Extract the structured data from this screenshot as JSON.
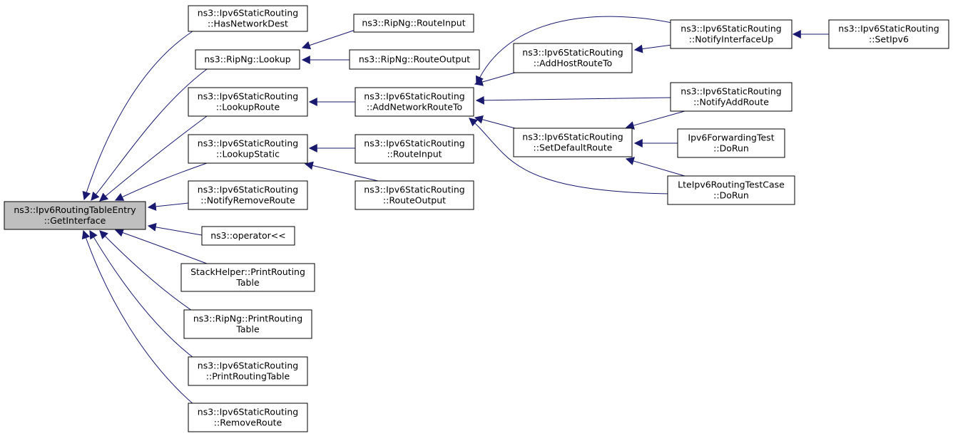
{
  "nodes": [
    {
      "id": "root",
      "lines": [
        "ns3::Ipv6RoutingTableEntry",
        "::GetInterface"
      ],
      "root": true
    },
    {
      "id": "hasnetdest",
      "lines": [
        "ns3::Ipv6StaticRouting",
        "::HasNetworkDest"
      ]
    },
    {
      "id": "ripng_lookup",
      "lines": [
        "ns3::RipNg::Lookup"
      ]
    },
    {
      "id": "lookuproute",
      "lines": [
        "ns3::Ipv6StaticRouting",
        "::LookupRoute"
      ]
    },
    {
      "id": "lookupstatic",
      "lines": [
        "ns3::Ipv6StaticRouting",
        "::LookupStatic"
      ]
    },
    {
      "id": "notifyremove",
      "lines": [
        "ns3::Ipv6StaticRouting",
        "::NotifyRemoveRoute"
      ]
    },
    {
      "id": "operator",
      "lines": [
        "ns3::operator<<"
      ]
    },
    {
      "id": "stackhelper",
      "lines": [
        "StackHelper::PrintRouting",
        "Table"
      ]
    },
    {
      "id": "ripng_print",
      "lines": [
        "ns3::RipNg::PrintRouting",
        "Table"
      ]
    },
    {
      "id": "static_print",
      "lines": [
        "ns3::Ipv6StaticRouting",
        "::PrintRoutingTable"
      ]
    },
    {
      "id": "removeroute",
      "lines": [
        "ns3::Ipv6StaticRouting",
        "::RemoveRoute"
      ]
    },
    {
      "id": "ripng_rin",
      "lines": [
        "ns3::RipNg::RouteInput"
      ]
    },
    {
      "id": "ripng_rout",
      "lines": [
        "ns3::RipNg::RouteOutput"
      ]
    },
    {
      "id": "addnetwork",
      "lines": [
        "ns3::Ipv6StaticRouting",
        "::AddNetworkRouteTo"
      ]
    },
    {
      "id": "static_rin",
      "lines": [
        "ns3::Ipv6StaticRouting",
        "::RouteInput"
      ]
    },
    {
      "id": "static_rout",
      "lines": [
        "ns3::Ipv6StaticRouting",
        "::RouteOutput"
      ]
    },
    {
      "id": "addhost",
      "lines": [
        "ns3::Ipv6StaticRouting",
        "::AddHostRouteTo"
      ]
    },
    {
      "id": "setdefault",
      "lines": [
        "ns3::Ipv6StaticRouting",
        "::SetDefaultRoute"
      ]
    },
    {
      "id": "notifyup",
      "lines": [
        "ns3::Ipv6StaticRouting",
        "::NotifyInterfaceUp"
      ]
    },
    {
      "id": "notifyadd",
      "lines": [
        "ns3::Ipv6StaticRouting",
        "::NotifyAddRoute"
      ]
    },
    {
      "id": "fwdtest",
      "lines": [
        "Ipv6ForwardingTest",
        "::DoRun"
      ]
    },
    {
      "id": "ltetest",
      "lines": [
        "LteIpv6RoutingTestCase",
        "::DoRun"
      ]
    },
    {
      "id": "setipv6",
      "lines": [
        "ns3::Ipv6StaticRouting",
        "::SetIpv6"
      ]
    }
  ],
  "edges": [
    {
      "from": "hasnetdest",
      "to": "root"
    },
    {
      "from": "ripng_lookup",
      "to": "root"
    },
    {
      "from": "lookuproute",
      "to": "root"
    },
    {
      "from": "lookupstatic",
      "to": "root"
    },
    {
      "from": "notifyremove",
      "to": "root"
    },
    {
      "from": "operator",
      "to": "root"
    },
    {
      "from": "stackhelper",
      "to": "root"
    },
    {
      "from": "ripng_print",
      "to": "root"
    },
    {
      "from": "static_print",
      "to": "root"
    },
    {
      "from": "removeroute",
      "to": "root"
    },
    {
      "from": "ripng_rin",
      "to": "ripng_lookup"
    },
    {
      "from": "ripng_rout",
      "to": "ripng_lookup"
    },
    {
      "from": "addnetwork",
      "to": "lookuproute"
    },
    {
      "from": "static_rin",
      "to": "lookupstatic"
    },
    {
      "from": "static_rout",
      "to": "lookupstatic"
    },
    {
      "from": "addhost",
      "to": "addnetwork"
    },
    {
      "from": "notifyup",
      "to": "addnetwork"
    },
    {
      "from": "notifyadd",
      "to": "addnetwork"
    },
    {
      "from": "setdefault",
      "to": "addnetwork"
    },
    {
      "from": "ltetest",
      "to": "addnetwork"
    },
    {
      "from": "notifyup",
      "to": "addhost"
    },
    {
      "from": "notifyadd",
      "to": "setdefault"
    },
    {
      "from": "fwdtest",
      "to": "setdefault"
    },
    {
      "from": "ltetest",
      "to": "setdefault"
    },
    {
      "from": "setipv6",
      "to": "notifyup"
    }
  ]
}
